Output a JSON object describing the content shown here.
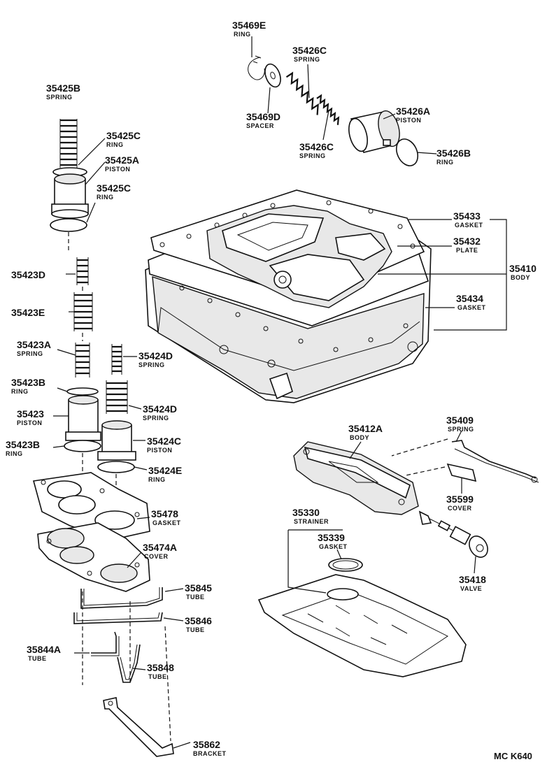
{
  "parts": [
    {
      "id": "p35469E",
      "number": "35469E",
      "name": "RING"
    },
    {
      "id": "p35426C_a",
      "number": "35426C",
      "name": "SPRING"
    },
    {
      "id": "p35469D",
      "number": "35469D",
      "name": "SPACER"
    },
    {
      "id": "p35426A",
      "number": "35426A",
      "name": "PISTON"
    },
    {
      "id": "p35426C_b",
      "number": "35426C",
      "name": "SPRING"
    },
    {
      "id": "p35426B",
      "number": "35426B",
      "name": "RING"
    },
    {
      "id": "p35425B",
      "number": "35425B",
      "name": "SPRING"
    },
    {
      "id": "p35425C_a",
      "number": "35425C",
      "name": "RING"
    },
    {
      "id": "p35425A",
      "number": "35425A",
      "name": "PISTON"
    },
    {
      "id": "p35425C_b",
      "number": "35425C",
      "name": "RING"
    },
    {
      "id": "p35433",
      "number": "35433",
      "name": "GASKET"
    },
    {
      "id": "p35432",
      "number": "35432",
      "name": "PLATE"
    },
    {
      "id": "p35410",
      "number": "35410",
      "name": "BODY"
    },
    {
      "id": "p35434",
      "number": "35434",
      "name": "GASKET"
    },
    {
      "id": "p35423D",
      "number": "35423D",
      "name": ""
    },
    {
      "id": "p35423E",
      "number": "35423E",
      "name": ""
    },
    {
      "id": "p35423A",
      "number": "35423A",
      "name": "SPRING"
    },
    {
      "id": "p35424D_a",
      "number": "35424D",
      "name": "SPRING"
    },
    {
      "id": "p35423B_a",
      "number": "35423B",
      "name": "RING"
    },
    {
      "id": "p35424D_b",
      "number": "35424D",
      "name": "SPRING"
    },
    {
      "id": "p35423",
      "number": "35423",
      "name": "PISTON"
    },
    {
      "id": "p35424C",
      "number": "35424C",
      "name": "PISTON"
    },
    {
      "id": "p35423B_b",
      "number": "35423B",
      "name": "RING"
    },
    {
      "id": "p35424E",
      "number": "35424E",
      "name": "RING"
    },
    {
      "id": "p35412A",
      "number": "35412A",
      "name": "BODY"
    },
    {
      "id": "p35409",
      "number": "35409",
      "name": "SPRING"
    },
    {
      "id": "p35599",
      "number": "35599",
      "name": "COVER"
    },
    {
      "id": "p35478",
      "number": "35478",
      "name": "GASKET"
    },
    {
      "id": "p35474A",
      "number": "35474A",
      "name": "COVER"
    },
    {
      "id": "p35330",
      "number": "35330",
      "name": "STRAINER"
    },
    {
      "id": "p35339",
      "number": "35339",
      "name": "GASKET"
    },
    {
      "id": "p35418",
      "number": "35418",
      "name": "VALVE"
    },
    {
      "id": "p35845",
      "number": "35845",
      "name": "TUBE"
    },
    {
      "id": "p35846",
      "number": "35846",
      "name": "TUBE"
    },
    {
      "id": "p35844A",
      "number": "35844A",
      "name": "TUBE"
    },
    {
      "id": "p35848",
      "number": "35848",
      "name": "TUBE"
    },
    {
      "id": "p35862",
      "number": "35862",
      "name": "BRACKET"
    }
  ],
  "footer": {
    "code": "MC  K640"
  }
}
